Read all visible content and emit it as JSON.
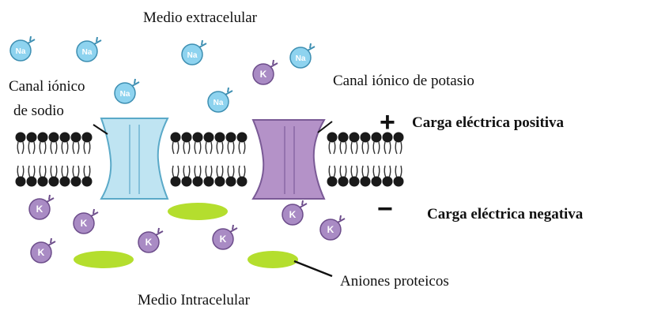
{
  "labels": {
    "extracellular": "Medio extracelular",
    "intracellular": "Medio Intracelular",
    "sodium_channel_line1": "Canal iónico",
    "sodium_channel_line2": "de sodio",
    "potassium_channel": "Canal iónico de potasio",
    "positive_charge": "Carga eléctrica positiva",
    "negative_charge": "Carga eléctrica negativa",
    "protein_anions": "Aniones proteicos"
  },
  "signs": {
    "plus": "+",
    "minus": "−"
  },
  "ions": {
    "sodium_symbol": "Na",
    "potassium_symbol": "K"
  },
  "colors": {
    "sodium_ion": "#8ed3ef",
    "sodium_channel": "#bfe4f2",
    "potassium_ion": "#a98bc4",
    "potassium_channel": "#b492c8",
    "protein_anion": "#b4de2e",
    "membrane_head": "#1a1a1a"
  }
}
